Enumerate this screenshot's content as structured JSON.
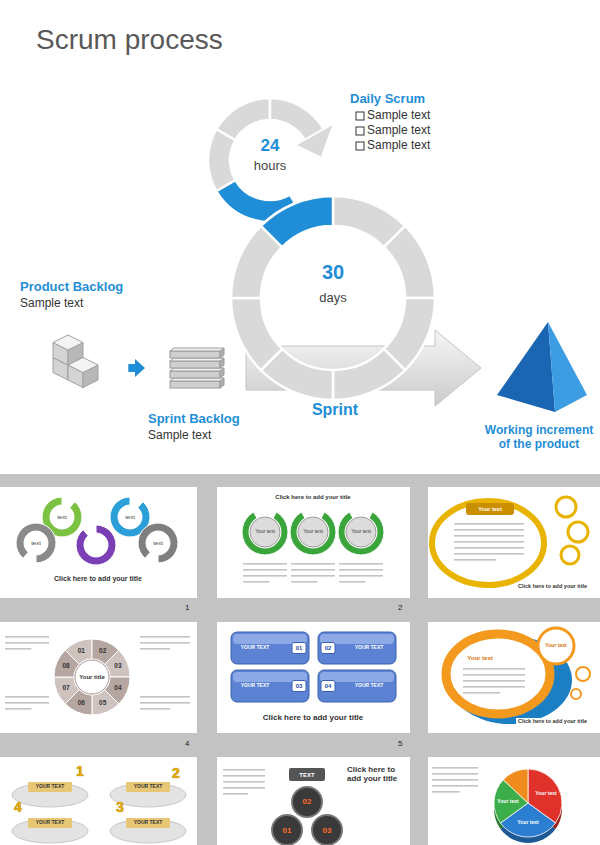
{
  "diagram": {
    "title": "Scrum process",
    "nodes": [
      {
        "text": [
          "24",
          "hours"
        ]
      },
      {
        "text": [
          "30",
          "days"
        ]
      },
      {
        "text": [
          "Product Backlog",
          "Sample text"
        ]
      },
      {
        "text": [
          "Sprint Backlog",
          "Sample text"
        ]
      },
      {
        "text": [
          "Working increment of the product"
        ]
      },
      {
        "text": [
          "text",
          "text",
          "text",
          "text",
          "Click here to add your title"
        ]
      },
      {
        "text": [
          "Click here to add your title",
          "Your text",
          "Your text",
          "Your text"
        ]
      },
      {
        "text": [
          "Your text",
          "Click here to add your title"
        ]
      },
      {
        "text": [
          "01",
          "02",
          "03",
          "04",
          "05",
          "06",
          "07",
          "08",
          "Your title"
        ]
      },
      {
        "text": [
          "YOUR TEXT",
          "01",
          "02",
          "YOUR TEXT",
          "YOUR TEXT",
          "03",
          "04",
          "YOUR TEXT",
          "Click here to add your title"
        ]
      },
      {
        "text": [
          "Your text",
          "Your text",
          "Click here to add your title"
        ]
      },
      {
        "text": [
          "1",
          "2",
          "YOUR TEXT",
          "YOUR TEXT",
          "4",
          "3",
          "YOUR TEXT",
          "YOUR TEXT"
        ]
      },
      {
        "text": [
          "Click here to add your title",
          "TEXT",
          "02",
          "01",
          "03"
        ]
      },
      {
        "text": [
          "Your text",
          "Your text",
          "Your text"
        ]
      }
    ],
    "edges": [
      {
        "from": 2,
        "to": 3,
        "arrow": "to"
      },
      {
        "from": 3,
        "to": 4,
        "arrow": "to",
        "label": "Sprint"
      }
    ],
    "labels": [
      "Daily Scrum",
      "Sample text",
      "Sample text",
      "Sample text",
      "1",
      "2",
      "4",
      "5"
    ]
  }
}
